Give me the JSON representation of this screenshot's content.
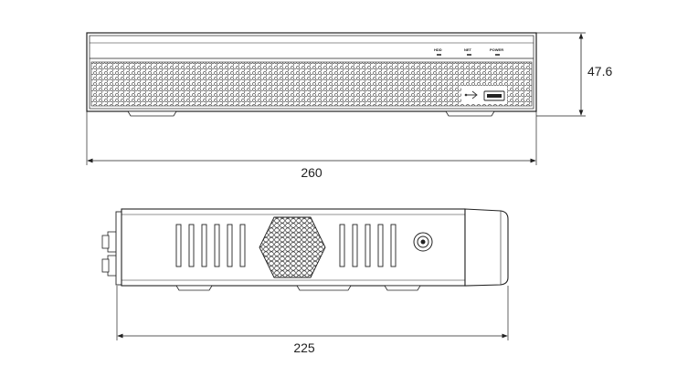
{
  "front_view": {
    "indicators": [
      {
        "label": "HDD"
      },
      {
        "label": "NET"
      },
      {
        "label": "POWER"
      }
    ],
    "usb_icon": "usb-icon"
  },
  "dimensions": {
    "width": "260",
    "height": "47.6",
    "depth": "225"
  }
}
